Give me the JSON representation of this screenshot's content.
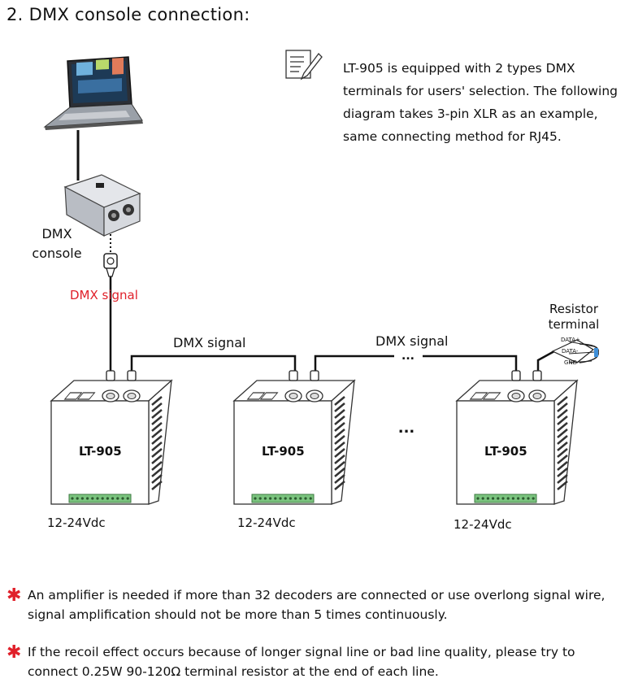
{
  "title": "2. DMX console connection:",
  "note": {
    "lines": [
      "LT-905 is equipped with 2 types DMX",
      "terminals for users' selection. The following",
      "diagram takes 3-pin XLR as an example,",
      "same connecting method for RJ45."
    ]
  },
  "console_label": [
    "DMX",
    "console"
  ],
  "signal_labels": {
    "vertical": "DMX signal",
    "link1": "DMX signal",
    "link2": "DMX signal"
  },
  "resistor": {
    "label": [
      "Resistor",
      "terminal"
    ],
    "pins": [
      "DATA+",
      "DATA-",
      "GND"
    ]
  },
  "decoders": [
    {
      "model": "LT-905",
      "power": "12-24Vdc"
    },
    {
      "model": "LT-905",
      "power": "12-24Vdc"
    },
    {
      "model": "LT-905",
      "power": "12-24Vdc"
    }
  ],
  "ellipsis": "...",
  "notes": [
    [
      "An amplifier is needed if more than 32 decoders are connected or use overlong signal wire,",
      "signal amplification should not be more than 5 times continuously."
    ],
    [
      "If the recoil effect occurs because of longer signal line or bad line quality, please try to",
      "connect 0.25W 90-120Ω terminal resistor at the end of each line."
    ]
  ],
  "colors": {
    "accent_red": "#e0202a",
    "terminal_green": "#7bc47f",
    "resistor_blue": "#3f8fd8"
  }
}
